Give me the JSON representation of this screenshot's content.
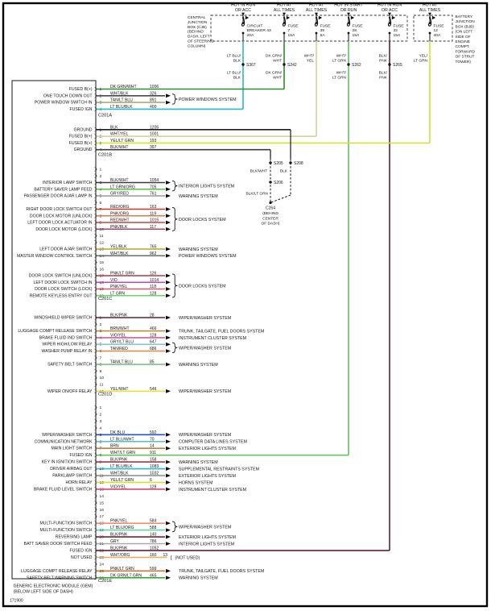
{
  "diagram": {
    "doc_number": "171900",
    "module": {
      "name": "GENERIC ELECTRONIC MODULE (GEM)",
      "location": "(BELOW LEFT SIDE OF DASH)"
    },
    "cjb": {
      "lines": [
        "CENTRAL",
        "JUNCTION",
        "BOX (CJB)",
        "(BEHIND",
        "DASH, LEFT",
        "OF STEERING",
        "COLUMN)"
      ]
    },
    "bjb": {
      "lines": [
        "BATTERY",
        "JUNCTION",
        "BOX (BJB)",
        "(ON LEFT",
        "SIDE OF",
        "ENGINE",
        "COMPT,",
        "FORWARD",
        "OF STRUT",
        "TOWER)"
      ]
    },
    "sources": [
      {
        "hot": [
          "HOT IN RUN",
          "OR ACC"
        ],
        "device": [
          "CIRCUIT",
          "BREAKER 43",
          "20A"
        ],
        "wire": "LT BLU/BLK",
        "splice": "S367",
        "color": "#29b8c4",
        "drop_connector": "C201A",
        "drop_pin": 4
      },
      {
        "hot": [
          "HOT AT",
          "ALL TIMES"
        ],
        "device": [
          "FUSE",
          "7",
          "15A"
        ],
        "wire": "DK GRN/WHT",
        "splice": "S242",
        "color": "#2e8b2e",
        "drop_connector": "C201A",
        "drop_pin": 1
      },
      {
        "hot": [
          "HOT AT",
          "ALL TIMES"
        ],
        "device": [
          "FUSE",
          "39",
          "5A"
        ],
        "wire": "WHT/YEL",
        "splice": null,
        "color": "#d6d09a",
        "drop_connector": "C201B",
        "drop_pin": 2
      },
      {
        "hot": [
          "HOT IN START",
          "OR RUN"
        ],
        "device": [
          "FUSE",
          "28",
          "15A"
        ],
        "wire": "WHT/LT GRN",
        "splice": "S262",
        "color": "#63c063",
        "drop_connector": "C201E",
        "drop_pin": 8
      },
      {
        "hot": [
          "HOT IN RUN",
          "OR ACC"
        ],
        "device": [
          "FUSE",
          "32",
          "15A"
        ],
        "wire": "BLK/PNK",
        "splice": "S265",
        "color": "#5c2233",
        "drop_connector": "C201E",
        "drop_pin": 22
      },
      {
        "hot": [
          "HOT AT",
          "ALL TIMES"
        ],
        "device": [
          "FUSE",
          "12",
          "40A"
        ],
        "wire": "YEL/LT GRN",
        "splice": null,
        "color": "#cfe23a",
        "drop_connector": "C201B",
        "drop_pin": 3
      }
    ],
    "ground_ref": {
      "splice_left_top": "S205",
      "splice_right_top": "S208",
      "splice_left_mid": "S206",
      "wire_left": "BLK/WHT",
      "wire_right": "BLK",
      "wire_bottom": "BLK/LT GRN",
      "connector": "C264",
      "connector_loc": [
        "(BEHIND",
        "CENTER",
        "OF DASH)"
      ]
    },
    "connectors": [
      {
        "name": "C201A",
        "rows": [
          {
            "pin": 1,
            "label": "FUSED B(+)",
            "wire": "DK GRN/WHT",
            "circuit": "1006",
            "color": "#2e8b2e",
            "end": "src1"
          },
          {
            "pin": 2,
            "label": "ONE TOUCH DOWN OUT",
            "wire": "WHT/BLK",
            "circuit": "326",
            "color": "#4a4a4a",
            "end": "arrow"
          },
          {
            "pin": 3,
            "label": "POWER WINDOW SWITCH IN",
            "wire": "TAN/LT BLU",
            "circuit": "891",
            "color": "#a9a97c",
            "end": "arrow"
          },
          {
            "pin": 4,
            "label": "FUSED IGN",
            "wire": "LT BLU/BLK",
            "circuit": "400",
            "color": "#29b8c4",
            "end": "src0"
          }
        ],
        "groups": [
          {
            "from": 2,
            "to": 3,
            "label": "POWER WINDOWS SYSTEM"
          }
        ]
      },
      {
        "name": "C201B",
        "rows": [
          {
            "pin": 1,
            "label": "GROUND",
            "wire": "BLK",
            "circuit": "1205",
            "color": "#1d1d1d",
            "end": "gndR"
          },
          {
            "pin": 2,
            "label": "FUSED B(+)",
            "wire": "WHT/YEL",
            "circuit": "1001",
            "color": "#d6d09a",
            "end": "src2"
          },
          {
            "pin": 3,
            "label": "FUSED B(+)",
            "wire": "YEL/LT GRN",
            "circuit": "193",
            "color": "#cfe23a",
            "end": "src5"
          },
          {
            "pin": 4,
            "label": "GROUND",
            "wire": "BLK/WHT",
            "circuit": "397",
            "color": "#3c3c3c",
            "end": "gndL"
          }
        ],
        "groups": []
      },
      {
        "name": "C201C",
        "rows": [
          {
            "pin": 1
          },
          {
            "pin": 2
          },
          {
            "pin": 3,
            "label": "INTERIOR LAMP SWITCH",
            "wire": "BLK/WHT",
            "circuit": "1054",
            "color": "#3c3c3c",
            "end": "arrow"
          },
          {
            "pin": 4,
            "label": "BATTERY SAVER LAMP FEED",
            "wire": "LT GRN/ORG",
            "circuit": "705",
            "color": "#57c13d",
            "end": "arrow"
          },
          {
            "pin": 5,
            "label": "PASSENGER DOOR AJAR LAMP IN",
            "wire": "GRY/RED",
            "circuit": "761",
            "color": "#9a9a9a",
            "end": "arrow",
            "system": "WARNING SYSTEM"
          },
          {
            "pin": 6
          },
          {
            "pin": 7,
            "label": "RIGHT DOOR LOCK SWITCH OUT",
            "wire": "RED/ORG",
            "circuit": "163",
            "color": "#c23a28",
            "end": "arrow"
          },
          {
            "pin": 8,
            "label": "DOOR LOCK MOTOR (UNLOCK)",
            "wire": "PNK/ORG",
            "circuit": "119",
            "color": "#e1764f",
            "end": "arrow"
          },
          {
            "pin": 9,
            "label": "LEFT DOOR LOCK ACTUATOR IN",
            "wire": "RED/WHT",
            "circuit": "1015",
            "color": "#cb4040",
            "end": "arrow"
          },
          {
            "pin": 10,
            "label": "DOOR LOCK MOTOR (LOCK)",
            "wire": "PNK/BLK",
            "circuit": "117",
            "color": "#a84a5e",
            "end": "arrow"
          },
          {
            "pin": 11
          },
          {
            "pin": 12
          },
          {
            "pin": 13,
            "label": "LEFT DOOR AJAR SWITCH",
            "wire": "YEL/BLK",
            "circuit": "765",
            "color": "#b3a52c",
            "end": "arrow",
            "system": "WARNING SYSTEM"
          },
          {
            "pin": 14,
            "label": "MASTER WINDOW CONTROL SWITCH",
            "wire": "WHT/BLK",
            "circuit": "962",
            "color": "#6b6b6b",
            "end": "arrow",
            "system": "POWER WINDOWS SYSTEM"
          },
          {
            "pin": 15
          },
          {
            "pin": 16
          },
          {
            "pin": 17,
            "label": "DOOR LOCK SWITCH (UNLOCK)",
            "wire": "PNK/LT GRN",
            "circuit": "126",
            "color": "#b23a4a",
            "end": "arrow"
          },
          {
            "pin": 18,
            "label": "LEFT DOOR LOCK SWITCH IN",
            "wire": "VIO",
            "circuit": "1014",
            "color": "#c544c5",
            "end": "arrow"
          },
          {
            "pin": 19,
            "label": "DOOR LOCK SWITCH (LOCK)",
            "wire": "PNK/YEL",
            "circuit": "118",
            "color": "#d45b66",
            "end": "arrow"
          },
          {
            "pin": 20,
            "label": "REMOTE KEYLESS ENTRY OUT",
            "wire": "LT GRN",
            "circuit": "128",
            "color": "#63d963",
            "end": "arrow"
          }
        ],
        "groups": [
          {
            "from": 3,
            "to": 4,
            "label": "INTERIOR LIGHTS SYSTEM"
          },
          {
            "from": 7,
            "to": 10,
            "label": "DOOR LOCKS SYSTEM"
          },
          {
            "from": 17,
            "to": 20,
            "label": "DOOR LOCKS SYSTEM"
          }
        ]
      },
      {
        "name": "C201D",
        "rows": [
          {
            "pin": 1,
            "label": "WINDSHIELD WIPER SWITCH",
            "wire": "BLK/PNK",
            "circuit": "28",
            "color": "#5c2233",
            "end": "arrow",
            "system": "WIPER/WASHER SYSTEM"
          },
          {
            "pin": 2
          },
          {
            "pin": 3,
            "label": "LUGGAGE COMPT RELEASE SWITCH",
            "wire": "BRN/WHT",
            "circuit": "466",
            "color": "#b98f35",
            "end": "arrow",
            "system": "TRUNK, TAILGATE, FUEL DOORS SYSTEM"
          },
          {
            "pin": 4,
            "label": "BRAKE FLUID IND SWITCH",
            "wire": "VIO/YEL",
            "circuit": "128",
            "color": "#d45b9a",
            "end": "arrow",
            "system": "INSTRUMENT CLUSTER SYSTEM"
          },
          {
            "pin": 5,
            "label": "WIPER HIGH/LOW RELAY",
            "wire": "GRY/LT BLU",
            "circuit": "647",
            "color": "#8ec7d2",
            "end": "arrow"
          },
          {
            "pin": 6,
            "label": "WASHER PUMP RELAY IN",
            "wire": "TAN/RED",
            "circuit": "686",
            "color": "#d98a3e",
            "end": "arrow"
          },
          {
            "pin": 7
          },
          {
            "pin": 8,
            "label": "SAFETY BELT SWITCH",
            "wire": "TAN/LT BLU",
            "circuit": "85",
            "color": "#7fbf7f",
            "end": "arrow",
            "system": "WARNING SYSTEM"
          },
          {
            "pin": 9
          },
          {
            "pin": 10
          },
          {
            "pin": 11
          },
          {
            "pin": 12,
            "label": "WIPER ON/OFF RELAY",
            "wire": "YEL/WHT",
            "circuit": "546",
            "color": "#e8e23c",
            "end": "arrow",
            "system": "WIPER/WASHER SYSTEM"
          }
        ],
        "groups": [
          {
            "from": 5,
            "to": 6,
            "label": "WIPER/WASHER SYSTEM"
          }
        ]
      },
      {
        "name": "C201E",
        "rows": [
          {
            "pin": 1
          },
          {
            "pin": 2
          },
          {
            "pin": 3
          },
          {
            "pin": 4
          },
          {
            "pin": 5,
            "label": "WIPER/WASHER SWITCH",
            "wire": "DK BLU",
            "circuit": "592",
            "color": "#2a52be",
            "end": "arrow",
            "system": "WIPER/WASHER SYSTEM"
          },
          {
            "pin": 6,
            "label": "COMMUNICATION NETWORK",
            "wire": "LT BLU/WHT",
            "circuit": "70",
            "color": "#49c3cd",
            "end": "arrow",
            "system": "COMPUTER DATA LINES SYSTEM"
          },
          {
            "pin": 7,
            "label": "MAIN LIGHT SWITCH",
            "wire": "BRN",
            "circuit": "14",
            "color": "#bf8436",
            "end": "arrow",
            "system": "EXTERIOR LIGHTS SYSTEM"
          },
          {
            "pin": 8,
            "label": "FUSED IGN",
            "wire": "WHT/LT GRN",
            "circuit": "911",
            "color": "#63c063",
            "end": "src3"
          },
          {
            "pin": 9,
            "label": "KEY IN IGNITION SWITCH",
            "wire": "BLK/PNK",
            "circuit": "158",
            "color": "#a03648",
            "end": "arrow",
            "system": "WARNING SYSTEM"
          },
          {
            "pin": 10,
            "label": "DRIVER AIRBAG OUT",
            "wire": "LT BLU/BLK",
            "circuit": "1083",
            "color": "#2fb4c9",
            "end": "arrow",
            "system": "SUPPLEMENTAL RESTRAINTS SYSTEM"
          },
          {
            "pin": 11,
            "label": "PARKLAMP SWITCH",
            "wire": "WHT/BLK",
            "circuit": "1032",
            "color": "#8a8a8a",
            "end": "arrow",
            "system": "EXTERIOR LIGHTS SYSTEM"
          },
          {
            "pin": 12,
            "label": "HORN RELAY",
            "wire": "YEL/LT GRN",
            "circuit": "6",
            "color": "#d6df2f",
            "end": "arrow",
            "system": "HORNS SYSTEM"
          },
          {
            "pin": 13,
            "label": "BRAKE FLUID LEVEL SWITCH",
            "wire": "VIO/YEL",
            "circuit": "128",
            "color": "#e0447a",
            "end": "arrow",
            "system": "INSTRUMENT CLUSTER SYSTEM"
          },
          {
            "pin": 14
          },
          {
            "pin": 15
          },
          {
            "pin": 16
          },
          {
            "pin": 17
          },
          {
            "pin": 18,
            "label": "MULTI-FUNCTION SWITCH",
            "wire": "PNK/YEL",
            "circuit": "584",
            "color": "#ef8e7a",
            "end": "arrow"
          },
          {
            "pin": 19,
            "label": "MULTI-FUNCTION SWITCH",
            "wire": "LT BLU/ORG",
            "circuit": "588",
            "color": "#5ed3ad",
            "end": "arrow"
          },
          {
            "pin": 20,
            "label": "REVERSING LAMP",
            "wire": "BLK/PNK",
            "circuit": "140",
            "color": "#7c2136",
            "end": "arrow",
            "system": "EXTERIOR LIGHTS SYSTEM"
          },
          {
            "pin": 21,
            "label": "BATT SAVER DOOR SWITCH FEED",
            "wire": "GRY",
            "circuit": "786",
            "color": "#a9a9a9",
            "end": "arrow",
            "system": "INTERIOR LIGHTS SYSTEM"
          },
          {
            "pin": 22,
            "label": "FUSED IGN",
            "wire": "BLK/PNK",
            "circuit": "1052",
            "color": "#5c2233",
            "end": "src4"
          },
          {
            "pin": 23,
            "label": "NOT USED",
            "wire": "WHT/ORG",
            "circuit": "160",
            "extra": "13",
            "color": "#dcb277",
            "end": "stub",
            "system": "(NOT USED)"
          },
          {
            "pin": 24
          },
          {
            "pin": 25,
            "label": "LUGGAGE COMPT RELEASE RELAY",
            "wire": "PNK/LT GRN",
            "circuit": "599",
            "color": "#c87a35",
            "end": "arrow",
            "system": "TRUNK, TAILGATE, FUEL DOORS SYSTEM"
          },
          {
            "pin": 26,
            "label": "SAFETY BELT WARNING SWITCH",
            "wire": "DK GRN/LT GRN",
            "circuit": "465",
            "color": "#2aa52a",
            "end": "arrow",
            "system": "WARNING SYSTEM"
          }
        ],
        "groups": [
          {
            "from": 18,
            "to": 19,
            "label": "WIPER/WASHER SYSTEM"
          }
        ]
      }
    ]
  }
}
